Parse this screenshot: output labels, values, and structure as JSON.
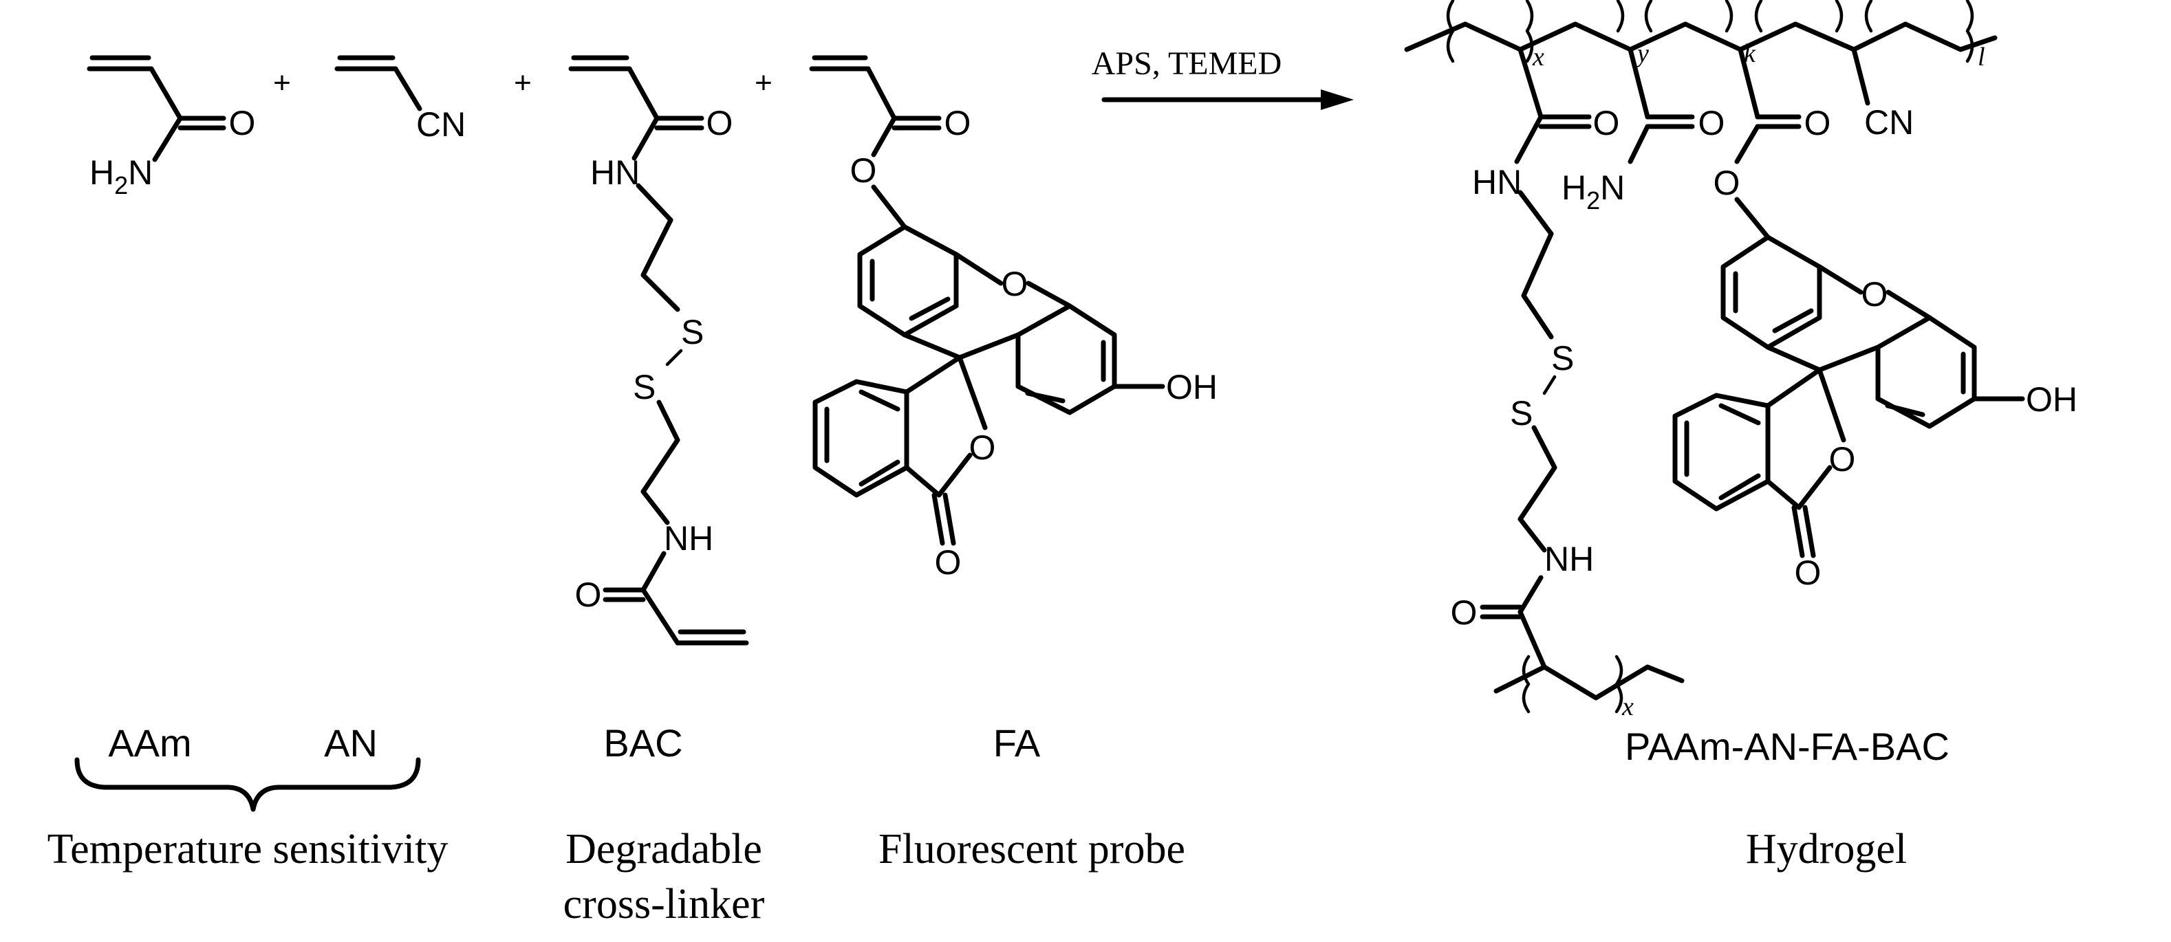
{
  "atoms": {
    "o": "O",
    "h2n": "H2N",
    "cn": "CN",
    "hn": "HN",
    "nh": "NH",
    "s": "S",
    "oh": "OH"
  },
  "plus": "+",
  "subscripts": {
    "x": "x",
    "y": "y",
    "k": "k",
    "l": "l"
  },
  "conditions": "APS, TEMED",
  "names": {
    "aam": "AAm",
    "an": "AN",
    "bac": "BAC",
    "fa": "FA",
    "product": "PAAm-AN-FA-BAC"
  },
  "captions": {
    "temperature": "Temperature sensitivity",
    "degradable_1": "Degradable",
    "degradable_2": "cross-linker",
    "fluorescent": "Fluorescent probe",
    "hydrogel": "Hydrogel"
  }
}
